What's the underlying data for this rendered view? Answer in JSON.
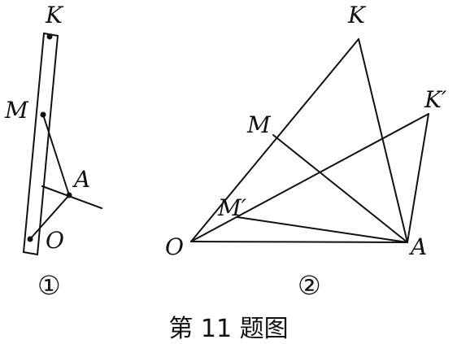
{
  "figure1": {
    "labels": {
      "K": "K",
      "M": "M",
      "A": "A",
      "O": "O"
    },
    "number": "①"
  },
  "figure2": {
    "labels": {
      "K": "K",
      "K_prime": "K′",
      "M": "M",
      "M_prime": "M′",
      "O": "O",
      "A": "A"
    },
    "number": "②"
  },
  "caption": "第 11 题图"
}
